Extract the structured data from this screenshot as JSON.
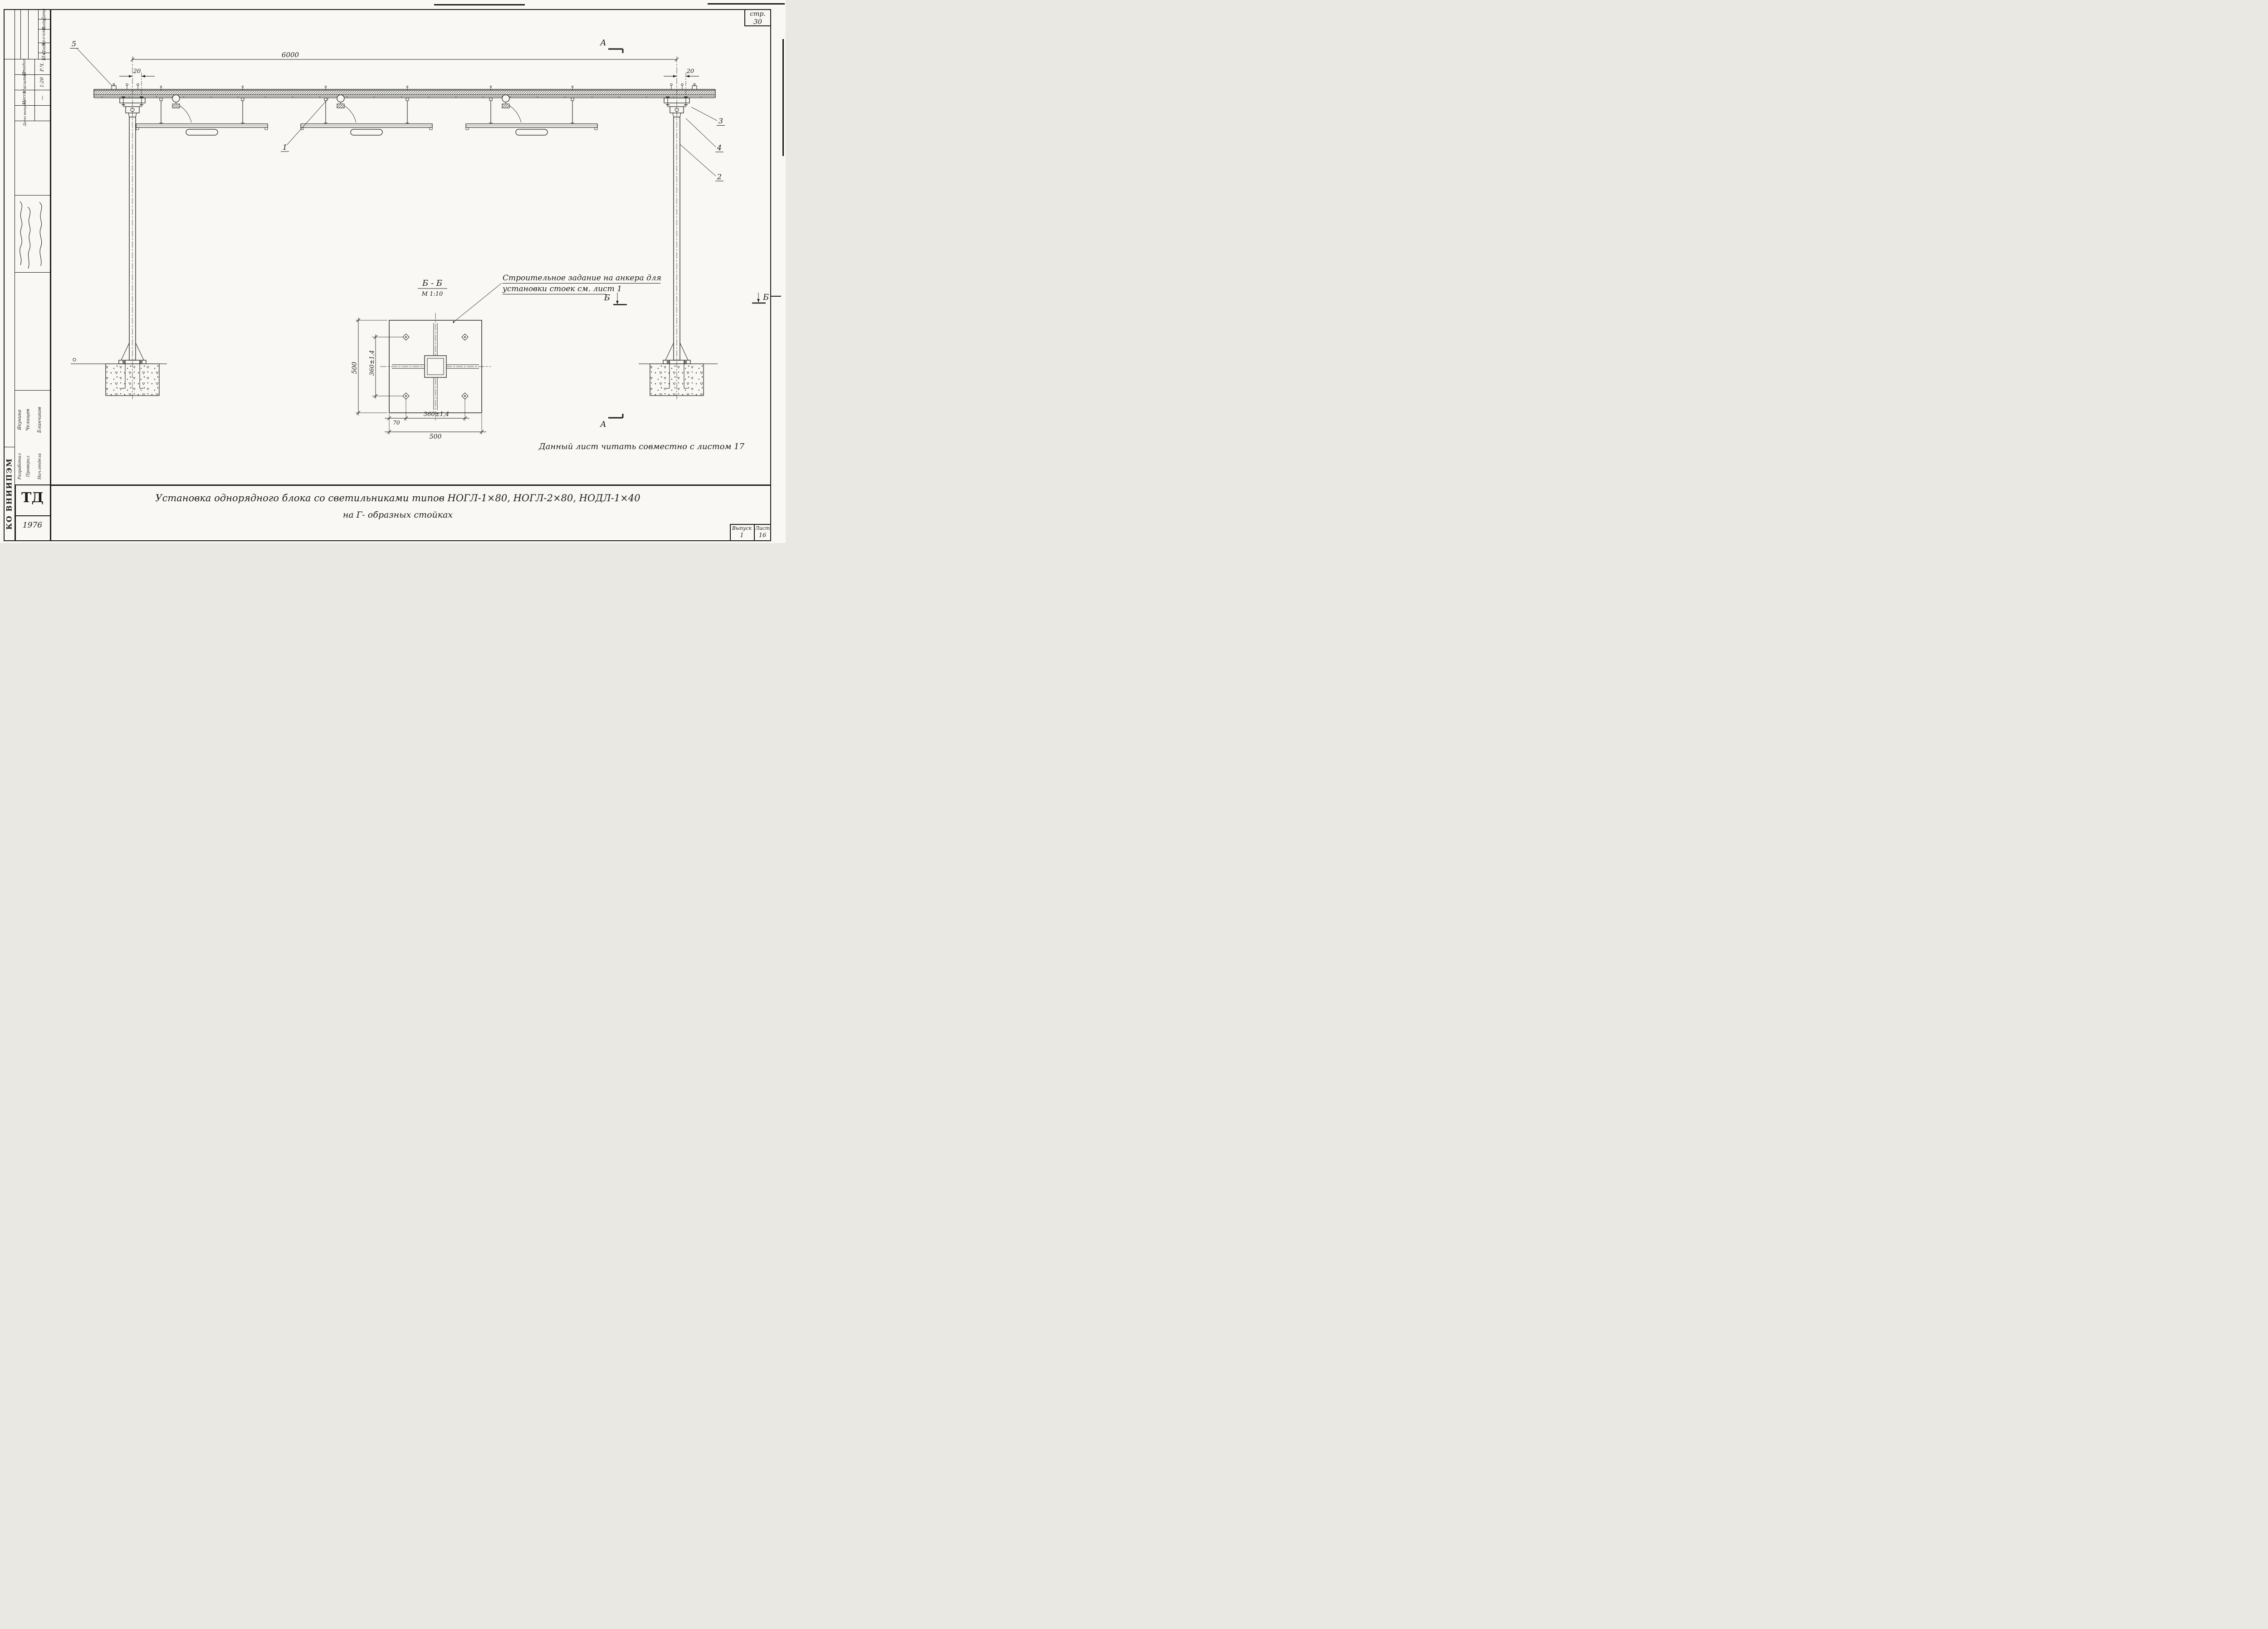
{
  "page": {
    "page_label": "стр.",
    "page_number": "30",
    "org": "КО ВНИИПЭМ",
    "doc_code": "ТД",
    "doc_year": "1976",
    "issue_label": "Выпуск",
    "issue_number": "1",
    "sheet_label": "Лист",
    "sheet_number": "16"
  },
  "stamp": {
    "rev_header": [
      "Дата",
      "Подп.",
      "Кол-изм.",
      "Подп.",
      "Шм."
    ],
    "fields": [
      {
        "label": "Стадия",
        "value": "Р.Ч."
      },
      {
        "label": "Масштаб",
        "value": "1:20"
      },
      {
        "label": "Масса",
        "value": "—"
      },
      {
        "label": "Дата выпуска",
        "value": ""
      }
    ],
    "people": [
      {
        "role": "Разработал",
        "name": "Якунина"
      },
      {
        "role": "Проверил",
        "name": "Челищев"
      },
      {
        "role": "Нач.отдела",
        "name": "Блинчиков"
      }
    ]
  },
  "drawing": {
    "span_dim": "6000",
    "offset_dim_left": "20",
    "offset_dim_right": "20",
    "callouts": {
      "c1": "1",
      "c2": "2",
      "c3": "3",
      "c4": "4",
      "c5": "5"
    },
    "section_a": "А",
    "section_b": "Б",
    "detail": {
      "title": "Б - Б",
      "scale": "М 1:10",
      "side": "500",
      "side_bottom": "500",
      "bolts": "360±1,4",
      "bolts_bottom": "360±1,4",
      "edge": "70"
    },
    "anchor_note_line1": "Строительное задание на анкера для",
    "anchor_note_line2": "установки  стоек см. лист 1",
    "companion_note": "Данный лист  читать  совместно  с листом 17",
    "caption_line1": "Установка  однорядного блока   со   светильниками типов НОГЛ-1×80, НОГЛ-2×80,  НОДЛ-1×40",
    "caption_line2": "на Г- образных  стойках"
  }
}
